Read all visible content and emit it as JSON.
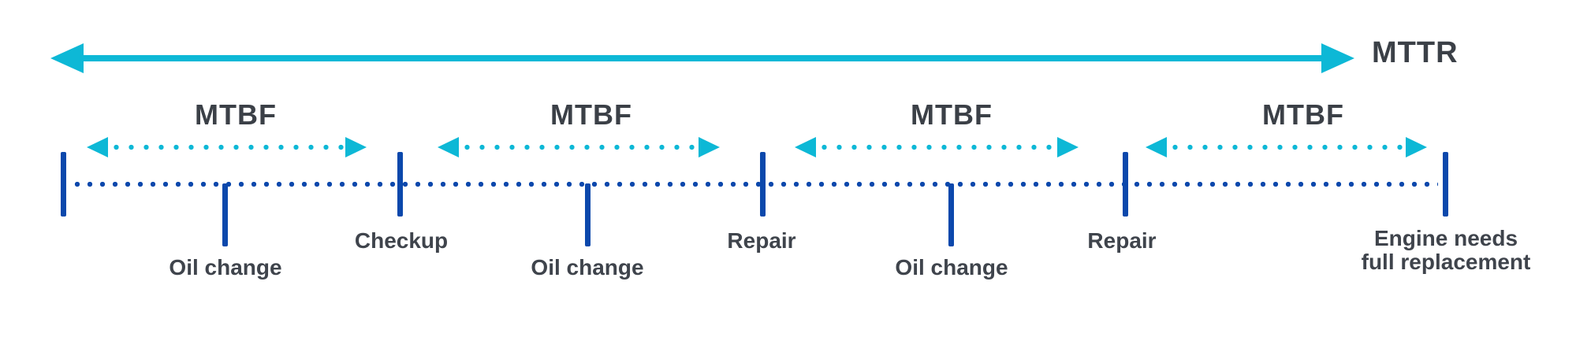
{
  "diagram": {
    "overall_arrow": {
      "label": "MTTR"
    },
    "interval_arrows": [
      {
        "label": "MTBF"
      },
      {
        "label": "MTBF"
      },
      {
        "label": "MTBF"
      },
      {
        "label": "MTBF"
      }
    ],
    "timeline": {
      "events": [
        {
          "label": "Oil change",
          "kind": "minor"
        },
        {
          "label": "Checkup",
          "kind": "major"
        },
        {
          "label": "Oil change",
          "kind": "minor"
        },
        {
          "label": "Repair",
          "kind": "major"
        },
        {
          "label": "Oil change",
          "kind": "minor"
        },
        {
          "label": "Repair",
          "kind": "major"
        },
        {
          "label": "Engine needs full replacement",
          "kind": "terminal"
        }
      ]
    },
    "colors": {
      "accent_cyan": "#0db8d6",
      "accent_blue": "#0b48ac",
      "text": "#3b4047"
    }
  }
}
